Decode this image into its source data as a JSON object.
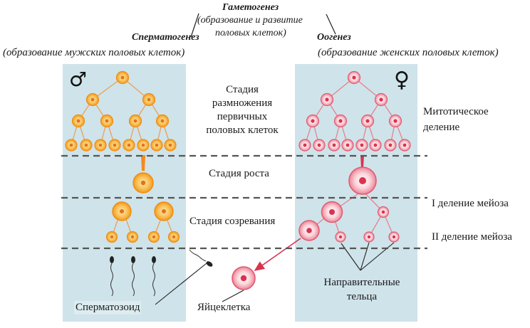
{
  "header": {
    "title": "Гаметогенез",
    "subtitle_line1": "(образование и развитие",
    "subtitle_line2": "половых клеток)"
  },
  "left": {
    "title": "Сперматогенез",
    "subtitle": "(образование мужских  половых клеток)",
    "symbol": "♂",
    "product_label": "Сперматозоид"
  },
  "right": {
    "title": "Оогенез",
    "subtitle": "(образование женских  половых клеток)",
    "symbol": "♀",
    "egg_label": "Яйцеклетка",
    "polar_label_line1": "Направительные",
    "polar_label_line2": "тельца"
  },
  "stages": {
    "multiplication": [
      "Стадия",
      "размножения",
      "первичных",
      "половых клеток"
    ],
    "growth": "Стадия роста",
    "maturation": "Стадия созревания"
  },
  "divisions": {
    "mitotic_line1": "Митотическое",
    "mitotic_line2": "деление",
    "meiosis1": "I деление мейоза",
    "meiosis2": "II деление мейоза"
  },
  "colors": {
    "panel": "#cfe3ea",
    "male_cell": "#f7a531",
    "male_line": "#e89a4a",
    "female_cell": "#e8506a",
    "female_line": "#e07a8a",
    "divider": "#555555"
  }
}
